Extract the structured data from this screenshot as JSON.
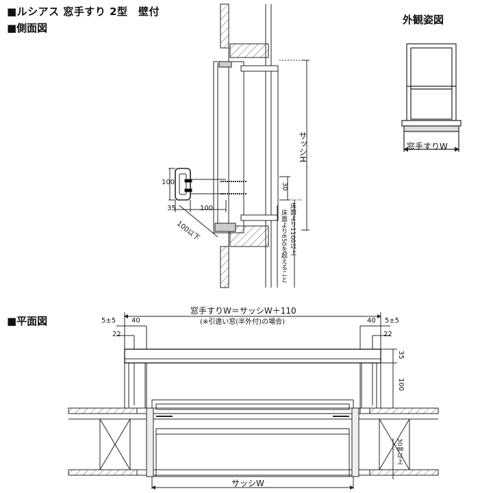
{
  "title": "■ルシアス 窓手すり 2型　壁付",
  "sections": {
    "side": "■側面図",
    "plan": "■平面図",
    "exterior": "外観姿図"
  },
  "side_view": {
    "dim_100_bracket": "100",
    "dim_35": "35",
    "dim_100_horiz": "100",
    "dim_100_below": "100以下",
    "dim_30": "30",
    "sash_h": "サッシH",
    "floor_1100": "床面より1100以上",
    "floor_650": "床面より650を超えること"
  },
  "exterior_view": {
    "width_label": "窓手すりW"
  },
  "plan_view": {
    "formula": "窓手すりW＝サッシW＋110",
    "note": "(※引違い窓(半外付)の場合)",
    "dim_5pm5_left": "5±5",
    "dim_40_left": "40",
    "dim_22_left": "22",
    "dim_40_right": "40",
    "dim_5pm5_right": "5±5",
    "dim_22_right": "22",
    "dim_35": "35",
    "dim_100": "100",
    "dim_30mm": "30㎜以上",
    "sash_w": "サッシW"
  }
}
